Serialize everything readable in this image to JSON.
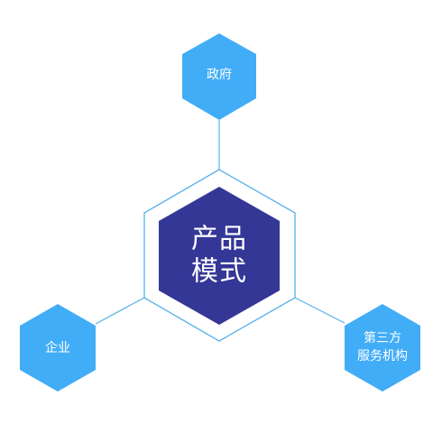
{
  "colors": {
    "node": "#42adf7",
    "center": "#343796",
    "outline": "#4aa9e8",
    "connector": "#55b0ea"
  },
  "center": {
    "line1": "产品",
    "line2": "模式"
  },
  "nodes": {
    "top": {
      "label": "政府"
    },
    "left": {
      "label": "企业"
    },
    "right": {
      "line1": "第三方",
      "line2": "服务机构"
    }
  }
}
